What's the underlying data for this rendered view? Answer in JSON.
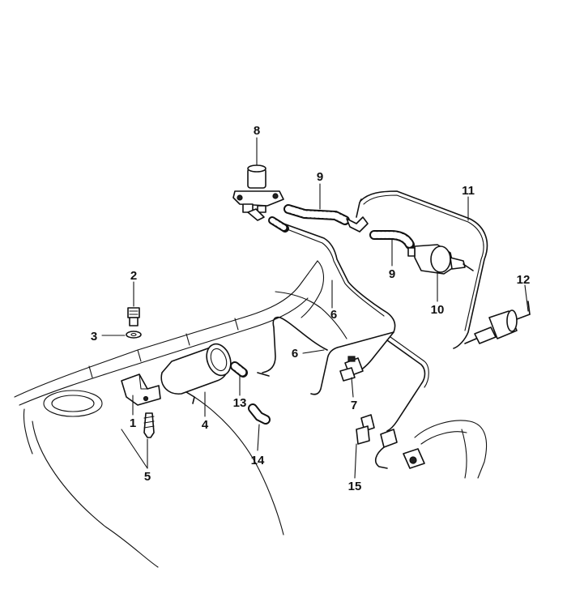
{
  "callouts": [
    {
      "id": "1",
      "label": "1"
    },
    {
      "id": "2",
      "label": "2"
    },
    {
      "id": "3",
      "label": "3"
    },
    {
      "id": "4",
      "label": "4"
    },
    {
      "id": "5",
      "label": "5"
    },
    {
      "id": "6a",
      "label": "6"
    },
    {
      "id": "6b",
      "label": "6"
    },
    {
      "id": "7",
      "label": "7"
    },
    {
      "id": "8",
      "label": "8"
    },
    {
      "id": "9a",
      "label": "9"
    },
    {
      "id": "9b",
      "label": "9"
    },
    {
      "id": "10",
      "label": "10"
    },
    {
      "id": "11",
      "label": "11"
    },
    {
      "id": "12",
      "label": "12"
    },
    {
      "id": "13",
      "label": "13"
    },
    {
      "id": "14",
      "label": "14"
    },
    {
      "id": "15",
      "label": "15"
    }
  ],
  "colors": {
    "ink": "#111111",
    "paper": "#ffffff"
  }
}
